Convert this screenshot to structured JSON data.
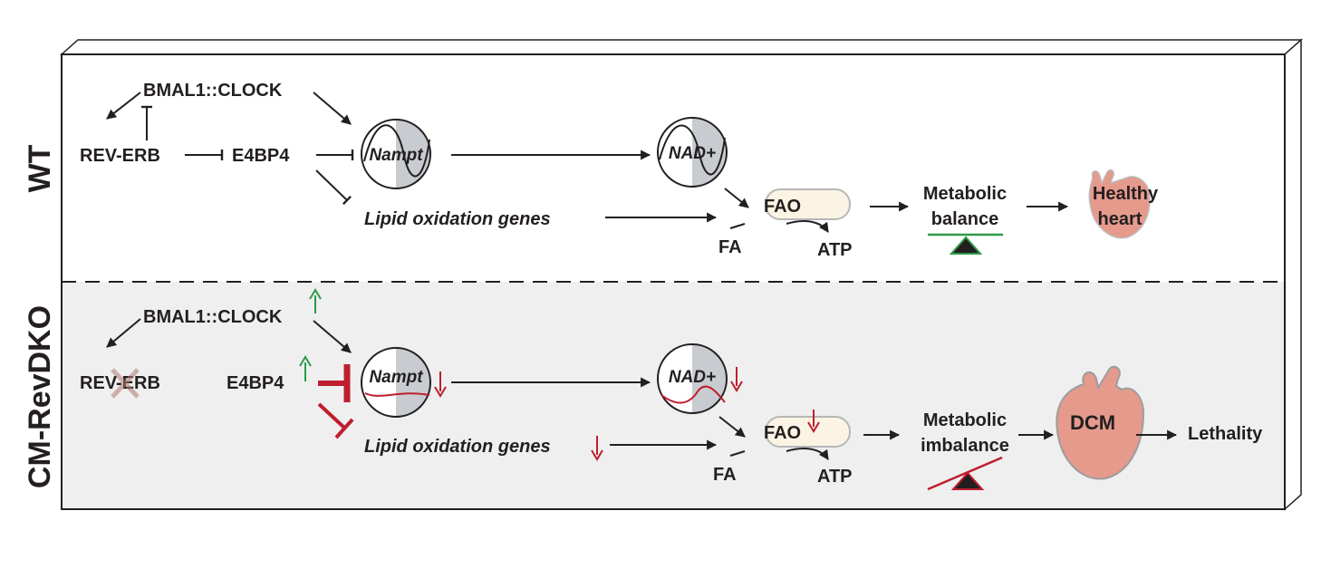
{
  "panels": {
    "wt": "WT",
    "ko": "CM-RevDKO"
  },
  "wt": {
    "bmal1_clock": "BMAL1::CLOCK",
    "rev_erb": "REV-ERB",
    "e4bp4": "E4BP4",
    "nampt": "Nampt",
    "nad": "NAD+",
    "lipid_genes": "Lipid oxidation genes",
    "fao": "FAO",
    "fa": "FA",
    "atp": "ATP",
    "metabolic_1": "Metabolic",
    "metabolic_2": "balance",
    "heart_1": "Healthy",
    "heart_2": "heart"
  },
  "ko": {
    "bmal1_clock": "BMAL1::CLOCK",
    "rev_erb": "REV-ERB",
    "e4bp4": "E4BP4",
    "nampt": "Nampt",
    "nad": "NAD+",
    "lipid_genes": "Lipid oxidation genes",
    "fao": "FAO",
    "fa": "FA",
    "atp": "ATP",
    "metabolic_1": "Metabolic",
    "metabolic_2": "imbalance",
    "dcm": "DCM",
    "lethality": "Lethality"
  },
  "colors": {
    "ink": "#231f20",
    "up_arrow": "#2e9a48",
    "down_arrow": "#be1e2d",
    "inhibit_red": "#be1e2d",
    "balance_green": "#2e9a48",
    "heart_fill": "#e59a8c",
    "ko_background": "#efefef",
    "dial_shade": "#c8ccd1"
  }
}
